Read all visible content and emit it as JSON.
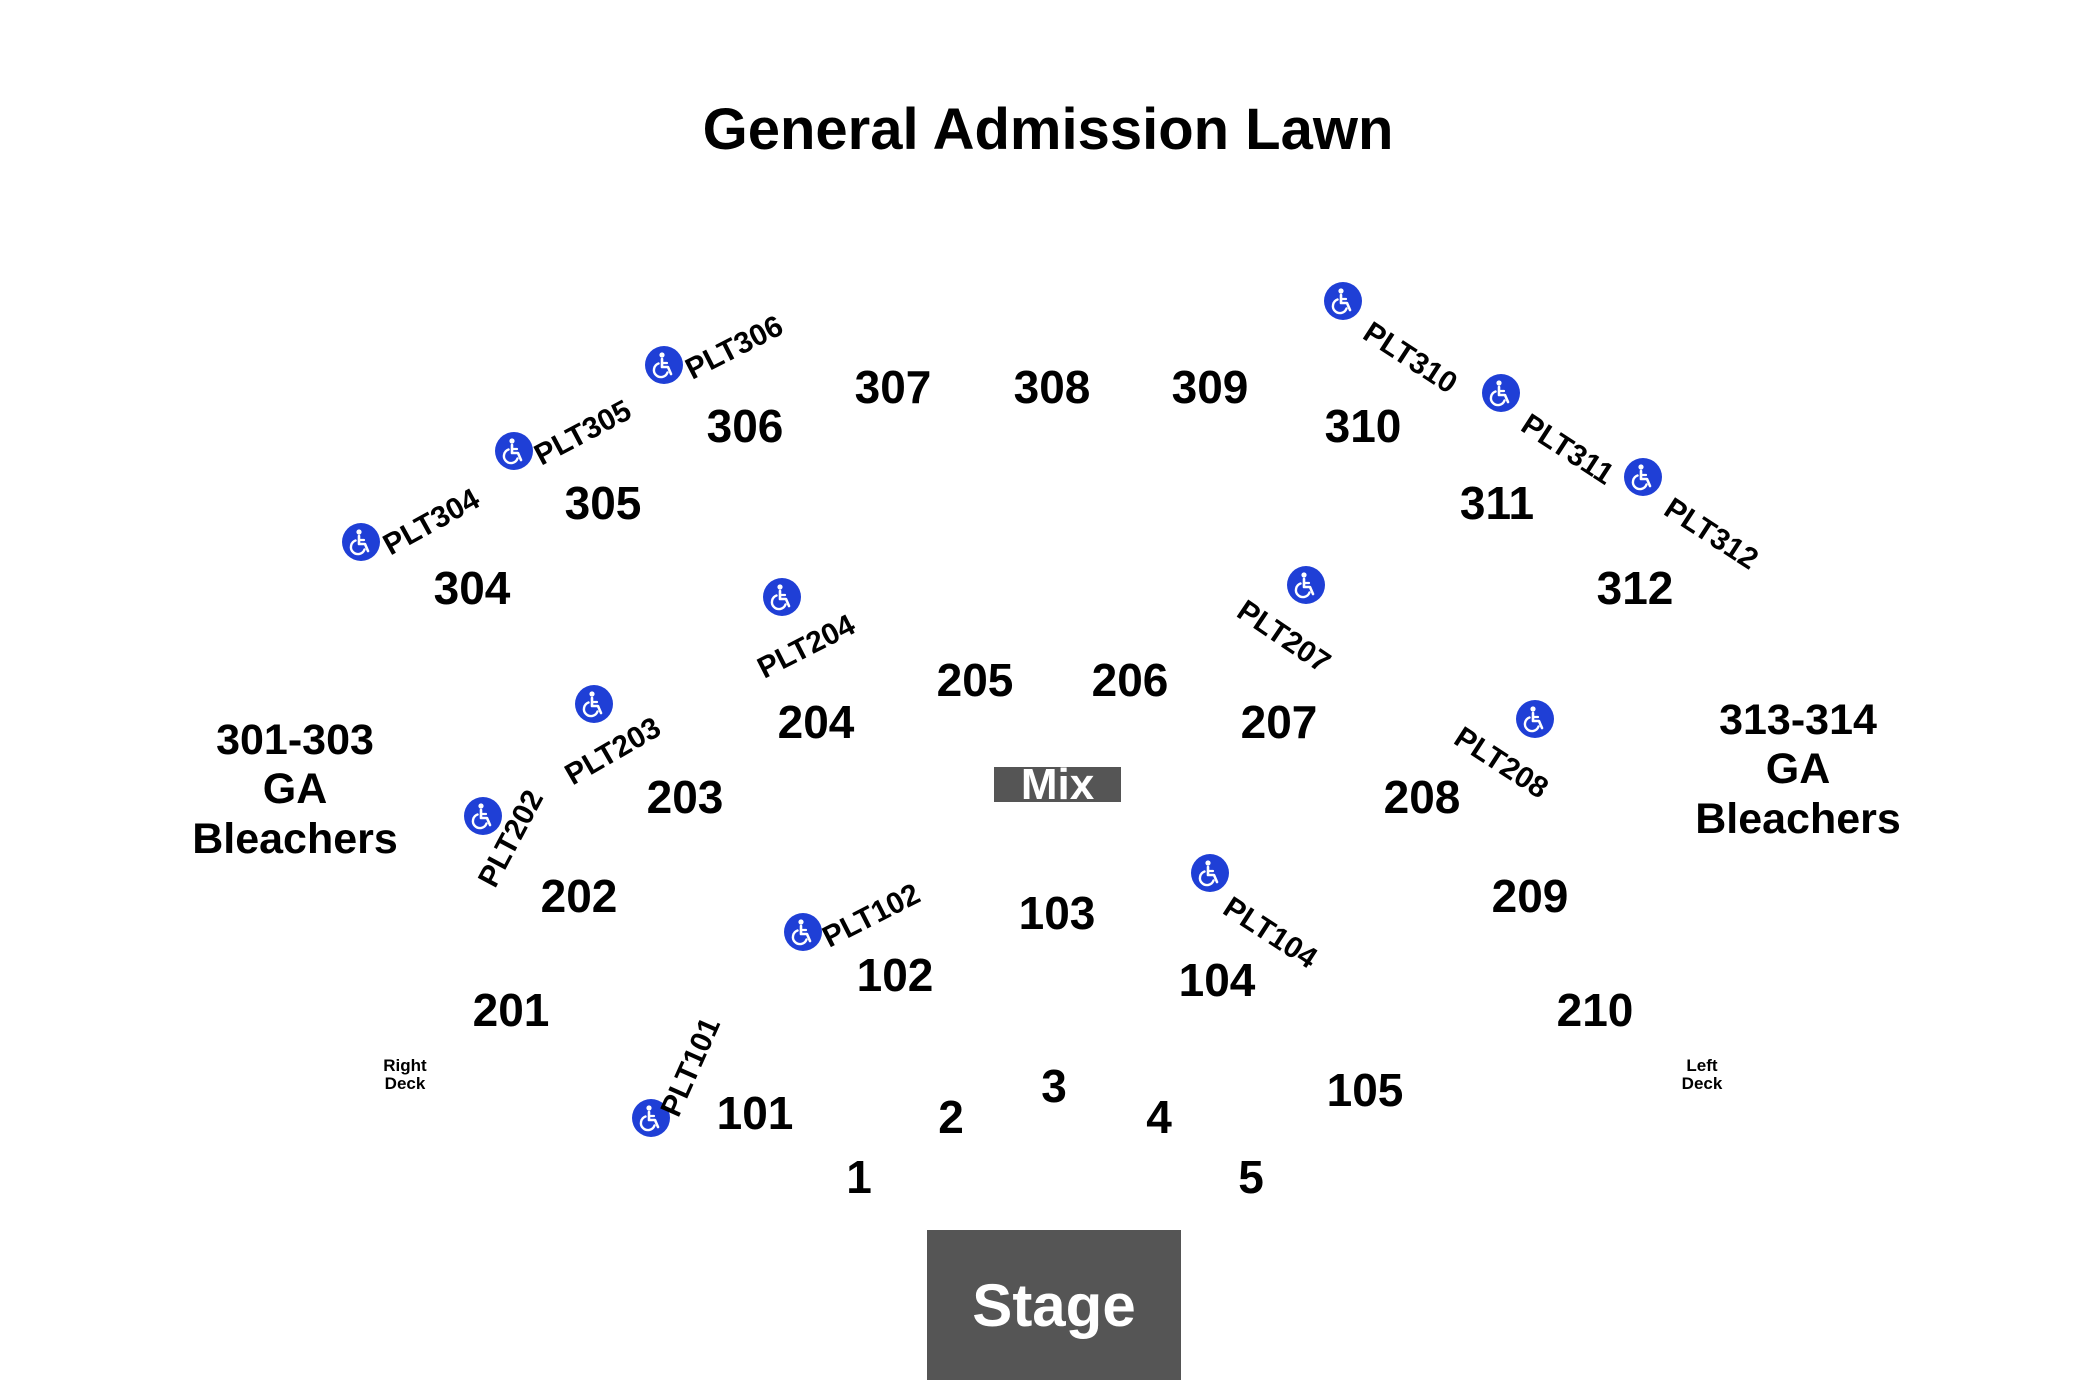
{
  "title": "General Admission Lawn",
  "sections": {
    "s307": "307",
    "s308": "308",
    "s309": "309",
    "s306": "306",
    "s310": "310",
    "s305": "305",
    "s311": "311",
    "s304": "304",
    "s312": "312",
    "s205": "205",
    "s206": "206",
    "s204": "204",
    "s207": "207",
    "s203": "203",
    "s208": "208",
    "s202": "202",
    "s209": "209",
    "s201": "201",
    "s210": "210",
    "s103": "103",
    "s102": "102",
    "s104": "104",
    "s101": "101",
    "s105": "105",
    "r1": "1",
    "r2": "2",
    "r3": "3",
    "r4": "4",
    "r5": "5"
  },
  "ga_left": {
    "line1": "301-303",
    "line2": "GA",
    "line3": "Bleachers"
  },
  "ga_right": {
    "line1": "313-314",
    "line2": "GA",
    "line3": "Bleachers"
  },
  "decks": {
    "right_line1": "Right",
    "right_line2": "Deck",
    "left_line1": "Left",
    "left_line2": "Deck"
  },
  "mix": "Mix",
  "stage": "Stage",
  "accessible_platforms": {
    "plt101": "PLT101",
    "plt102": "PLT102",
    "plt104": "PLT104",
    "plt202": "PLT202",
    "plt203": "PLT203",
    "plt204": "PLT204",
    "plt207": "PLT207",
    "plt208": "PLT208",
    "plt304": "PLT304",
    "plt305": "PLT305",
    "plt306": "PLT306",
    "plt310": "PLT310",
    "plt311": "PLT311",
    "plt312": "PLT312"
  },
  "icon": "wheelchair-icon",
  "colors": {
    "accessible": "#1f3fd6",
    "stage": "#555555",
    "mix": "#555555",
    "text": "#000000"
  }
}
